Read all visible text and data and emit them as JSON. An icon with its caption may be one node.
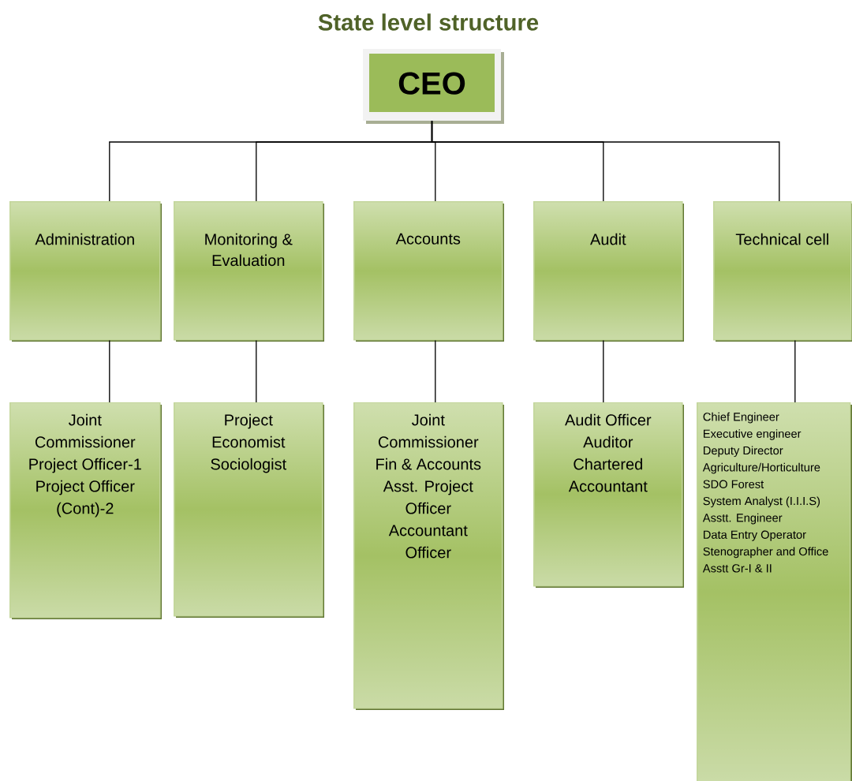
{
  "diagram": {
    "title": "State level structure",
    "nodes": [
      {
        "text": [
          "CEO"
        ]
      },
      {
        "text": [
          "Administration"
        ]
      },
      {
        "text": [
          "Monitoring & Evaluation"
        ]
      },
      {
        "text": [
          "Accounts"
        ]
      },
      {
        "text": [
          "Audit"
        ]
      },
      {
        "text": [
          "Technical cell"
        ]
      },
      {
        "text": [
          "Joint Commissioner",
          "Project Officer-1",
          "Project Officer (Cont)-2"
        ]
      },
      {
        "text": [
          "Project Economist",
          "Sociologist"
        ]
      },
      {
        "text": [
          "Joint Commissioner Fin & Accounts",
          "Asst. Project Officer",
          "Accountant Officer"
        ]
      },
      {
        "text": [
          "Audit Officer",
          "Auditor",
          "Chartered Accountant"
        ]
      },
      {
        "text": [
          "Chief Engineer",
          "Executive engineer",
          "Deputy Director Agriculture/Horticulture",
          "SDO Forest",
          "System Analyst (I.I.I.S)",
          "Asstt. Engineer",
          "Data Entry Operator",
          "Stenographer and Office Asstt Gr-I & II"
        ]
      }
    ],
    "edges": [
      {
        "from": 0,
        "to": 1,
        "arrow": "none"
      },
      {
        "from": 0,
        "to": 2,
        "arrow": "none"
      },
      {
        "from": 0,
        "to": 3,
        "arrow": "none"
      },
      {
        "from": 0,
        "to": 4,
        "arrow": "none"
      },
      {
        "from": 0,
        "to": 5,
        "arrow": "none"
      },
      {
        "from": 1,
        "to": 6,
        "arrow": "none"
      },
      {
        "from": 2,
        "to": 7,
        "arrow": "none"
      },
      {
        "from": 3,
        "to": 8,
        "arrow": "none"
      },
      {
        "from": 4,
        "to": 9,
        "arrow": "none"
      },
      {
        "from": 5,
        "to": 10,
        "arrow": "none"
      }
    ]
  }
}
